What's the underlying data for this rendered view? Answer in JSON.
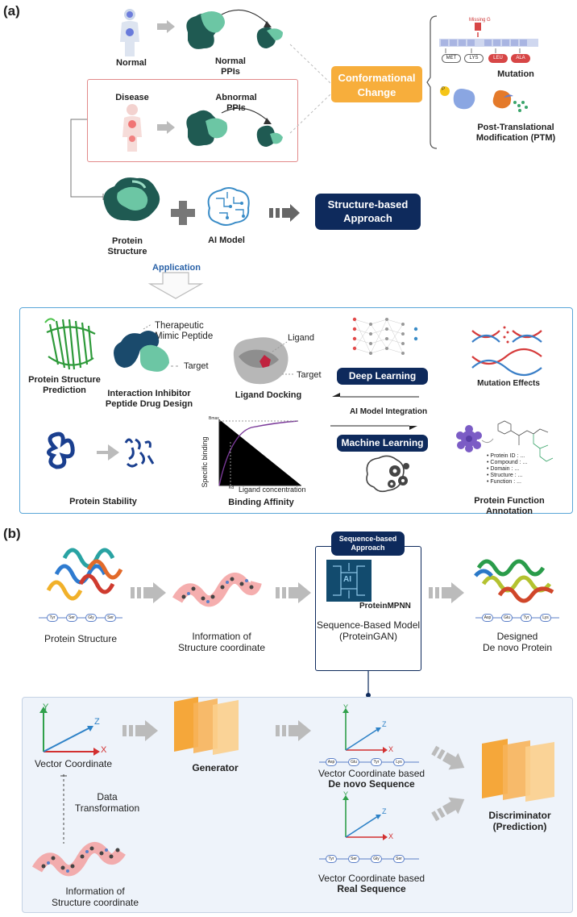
{
  "panel_a": {
    "label": "(a)",
    "normal": "Normal",
    "normal_ppis": "Normal\nPPIs",
    "disease": "Disease",
    "abnormal_ppis": "Abnormal\nPPIs",
    "conformational_change": "Conformational\nChange",
    "missing_g": "Missing G",
    "mutation": "Mutation",
    "ptm": "Post-Translational\nModification (PTM)",
    "ptm_p": "P",
    "protein_structure": "Protein\nStructure",
    "ai_model": "AI Model",
    "structure_based": "Structure-based\nApproach",
    "application": "Application",
    "codons": [
      "MET",
      "LYS",
      "LEU",
      "ALA"
    ],
    "apps": {
      "psp": "Protein Structure\nPrediction",
      "therapeutic": "Therapeutic\nMimic Peptide",
      "target": "Target",
      "iipdd": "Interaction Inhibitor\nPeptide Drug Design",
      "ligand": "Ligand",
      "target2": "Target",
      "ligand_docking": "Ligand Docking",
      "deep_learning": "Deep Learning",
      "ai_integration": "AI Model Integration",
      "machine_learning": "Machine  Learning",
      "mutation_effects": "Mutation Effects",
      "protein_stability": "Protein Stability",
      "binding_affinity": "Binding Affinity",
      "bmax": "Bmax",
      "kd": "Kd",
      "specific_binding": "Specific binding",
      "ligand_conc": "Ligand concentration",
      "pfa": "Protein Function Annotation",
      "annotation_fields": [
        "Protein ID",
        "Compound",
        "Domain",
        "Structure",
        "Function"
      ]
    }
  },
  "panel_b": {
    "label": "(b)",
    "protein_structure": "Protein Structure",
    "info_structure": "Information of\nStructure coordinate",
    "seq_approach": "Sequence-based\nApproach",
    "proteinmpnn": "ProteinMPNN",
    "ai_chip": "AI",
    "seq_model": "Sequence-Based Model\n(ProteinGAN)",
    "designed": "Designed\nDe novo Protein",
    "seq1": [
      "Tyr",
      "Ser",
      "Gly",
      "Ser"
    ],
    "seq2": [
      "Asp",
      "Glu",
      "Tyr",
      "Lys"
    ],
    "vector_coord": "Vector Coordinate",
    "generator": "Generator",
    "vc_based": "Vector Coordinate based",
    "de_novo_seq": "De novo Sequence",
    "data_transformation": "Data\nTransformation",
    "info_structure2": "Information of\nStructure coordinate",
    "real_seq": "Real Sequence",
    "vc_based2": "Vector Coordinate based",
    "discriminator": "Discriminator\n(Prediction)",
    "axis_x": "X",
    "axis_y": "Y",
    "axis_z": "Z"
  },
  "colors": {
    "navy": "#0e2a5c",
    "orange": "#f7ae3c",
    "teal_dark": "#1f5a52",
    "teal_light": "#6cc6a4",
    "blue_border": "#5aa6d8",
    "panel_bg": "#eef3fa"
  }
}
